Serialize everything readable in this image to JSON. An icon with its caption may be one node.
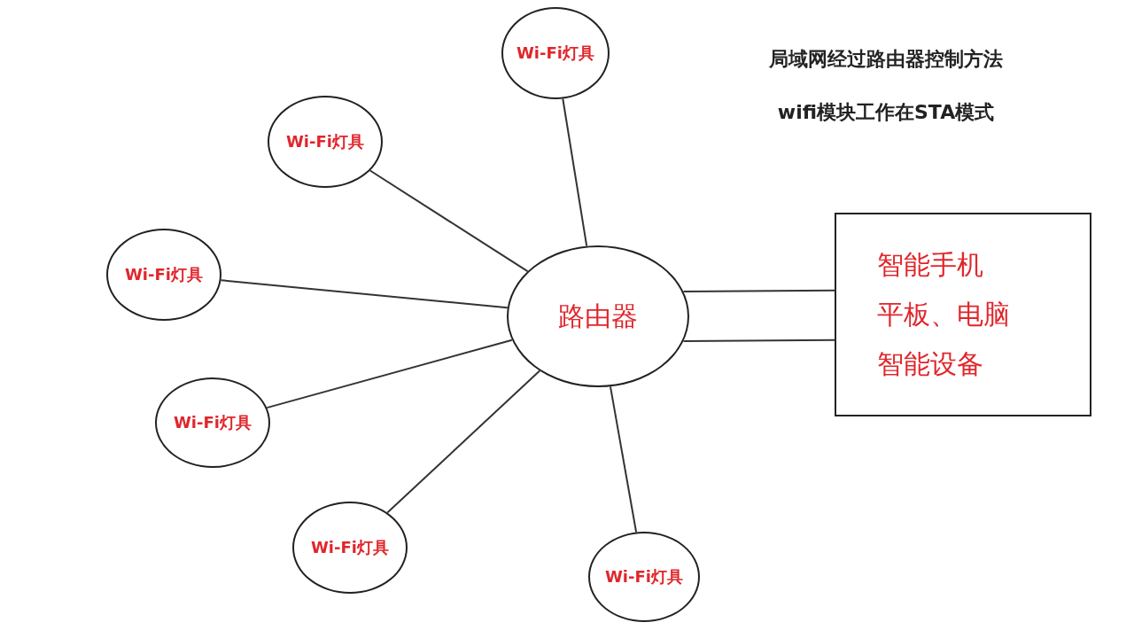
{
  "diagram": {
    "title": "局域网经过路由器控制方法",
    "nodes": [
      {
        "text": [
          "Wi-Fi灯具"
        ]
      },
      {
        "text": [
          "Wi-Fi灯具"
        ]
      },
      {
        "text": [
          "Wi-Fi灯具"
        ]
      },
      {
        "text": [
          "路由器"
        ]
      },
      {
        "text": [
          "智能手机",
          "平板、电脑",
          "智能设备"
        ]
      },
      {
        "text": [
          "Wi-Fi灯具"
        ]
      },
      {
        "text": [
          "Wi-Fi灯具"
        ]
      },
      {
        "text": [
          "Wi-Fi灯具"
        ]
      }
    ],
    "edges": [
      {
        "from": 3,
        "to": 0,
        "arrow": "none"
      },
      {
        "from": 3,
        "to": 1,
        "arrow": "none"
      },
      {
        "from": 3,
        "to": 2,
        "arrow": "none"
      },
      {
        "from": 3,
        "to": 5,
        "arrow": "none"
      },
      {
        "from": 3,
        "to": 6,
        "arrow": "none"
      },
      {
        "from": 3,
        "to": 7,
        "arrow": "none"
      },
      {
        "from": 3,
        "to": 4,
        "arrow": "none"
      },
      {
        "from": 3,
        "to": 4,
        "arrow": "none"
      }
    ],
    "labels": [
      "wifi模块工作在STA模式"
    ]
  }
}
